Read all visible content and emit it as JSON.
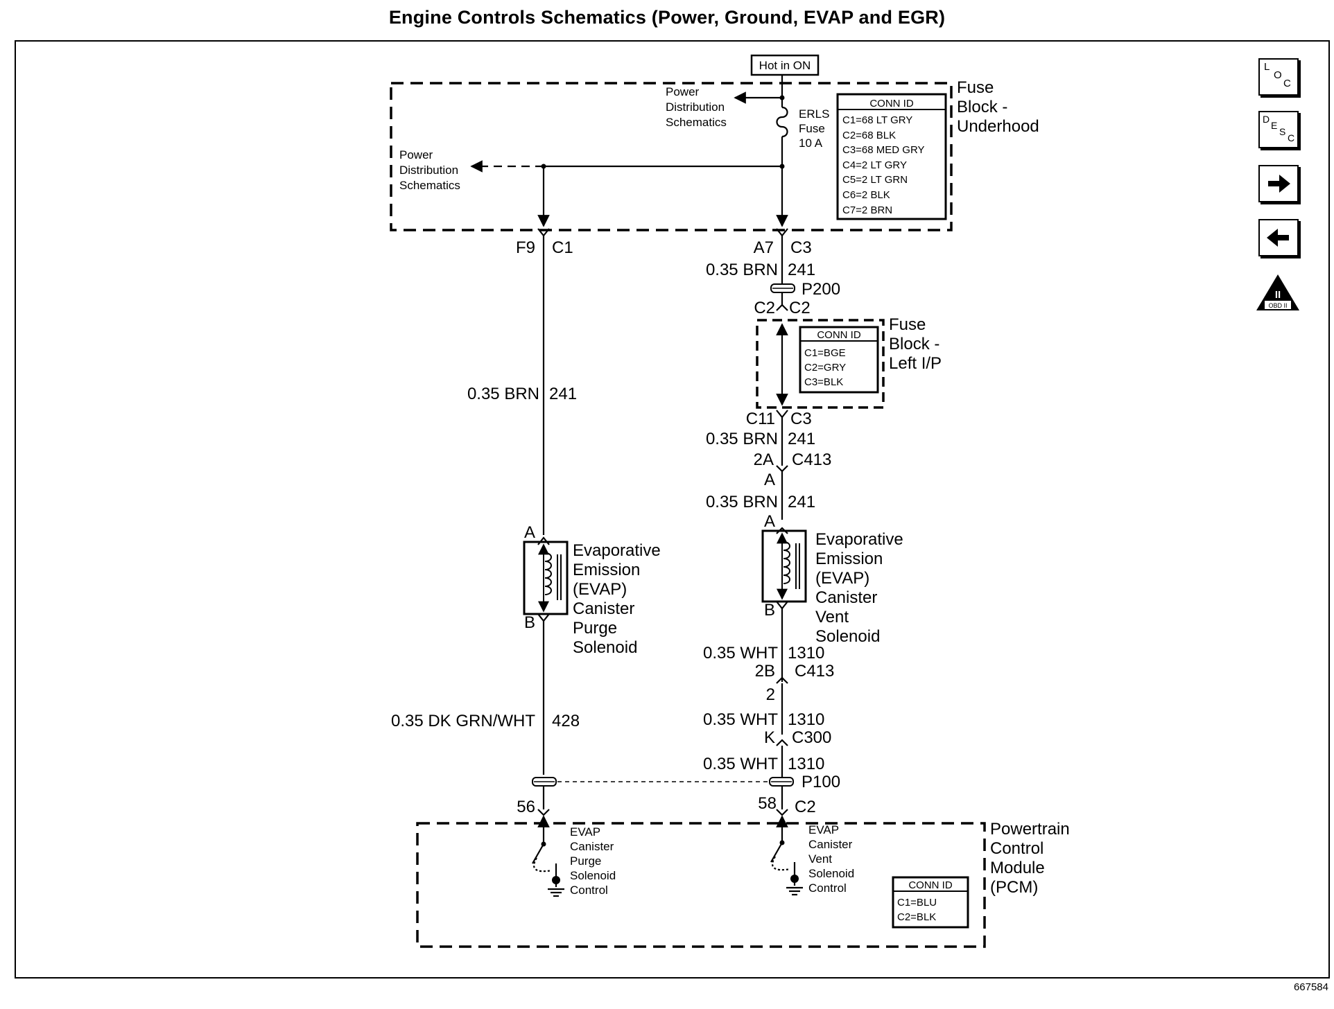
{
  "title": "Engine Controls Schematics (Power, Ground, EVAP and EGR)",
  "doc_id": "667584",
  "hot_in": "Hot in ON",
  "fuse_block_underhood": {
    "name": [
      "Fuse",
      "Block -",
      "Underhood"
    ],
    "conn_title": "CONN ID",
    "conn": [
      "C1=68 LT GRY",
      "C2=68 BLK",
      "C3=68 MED GRY",
      "C4=2 LT GRY",
      "C5=2 LT GRN",
      "C6=2 BLK",
      "C7=2 BRN"
    ],
    "fuse": [
      "ERLS",
      "Fuse",
      "10 A"
    ],
    "pds_right": [
      "Power",
      "Distribution",
      "Schematics"
    ],
    "pds_left": [
      "Power",
      "Distribution",
      "Schematics"
    ]
  },
  "fuse_block_ip": {
    "name": [
      "Fuse",
      "Block -",
      "Left I/P"
    ],
    "conn_title": "CONN ID",
    "conn": [
      "C1=BGE",
      "C2=GRY",
      "C3=BLK"
    ]
  },
  "pcm": {
    "name": [
      "Powertrain",
      "Control",
      "Module",
      "(PCM)"
    ],
    "conn_title": "CONN ID",
    "conn": [
      "C1=BLU",
      "C2=BLK"
    ],
    "purge_ctrl": [
      "EVAP",
      "Canister",
      "Purge",
      "Solenoid",
      "Control"
    ],
    "vent_ctrl": [
      "EVAP",
      "Canister",
      "Vent",
      "Solenoid",
      "Control"
    ]
  },
  "left_circuit": {
    "pin_f9": "F9",
    "pin_c1": "C1",
    "wire1_size": "0.35 BRN",
    "wire1_num": "241",
    "pin_a": "A",
    "pin_b": "B",
    "solenoid": [
      "Evaporative",
      "Emission",
      "(EVAP)",
      "Canister",
      "Purge",
      "Solenoid"
    ],
    "wire2_size": "0.35 DK GRN/WHT",
    "wire2_num": "428",
    "pin_56": "56"
  },
  "right_circuit": {
    "pin_a7": "A7",
    "pin_c3_top": "C3",
    "wire1_size": "0.35 BRN",
    "wire1_num": "241",
    "splice_p200": "P200",
    "c2_left": "C2",
    "c2_right": "C2",
    "pin_c11": "C11",
    "pin_c3": "C3",
    "wire2_size": "0.35 BRN",
    "wire2_num": "241",
    "pin_2a": "2A",
    "conn_c413_a": "C413",
    "pin_a_1": "A",
    "wire3_size": "0.35 BRN",
    "wire3_num": "241",
    "pin_a_2": "A",
    "pin_b": "B",
    "solenoid": [
      "Evaporative",
      "Emission",
      "(EVAP)",
      "Canister",
      "Vent",
      "Solenoid"
    ],
    "wire4_size": "0.35 WHT",
    "wire4_num": "1310",
    "pin_2b": "2B",
    "conn_c413_b": "C413",
    "pin_2": "2",
    "wire5_size": "0.35 WHT",
    "wire5_num": "1310",
    "pin_k": "K",
    "conn_c300": "C300",
    "wire6_size": "0.35 WHT",
    "wire6_num": "1310",
    "splice_p100": "P100",
    "pin_58": "58",
    "conn_c2": "C2"
  },
  "nav": {
    "loc": [
      "L",
      "O",
      "C"
    ],
    "desc": [
      "D",
      "E",
      "S",
      "C"
    ],
    "next_icon": "arrow-right-icon",
    "prev_icon": "arrow-left-icon",
    "obd": [
      "II",
      "OBD II"
    ]
  }
}
